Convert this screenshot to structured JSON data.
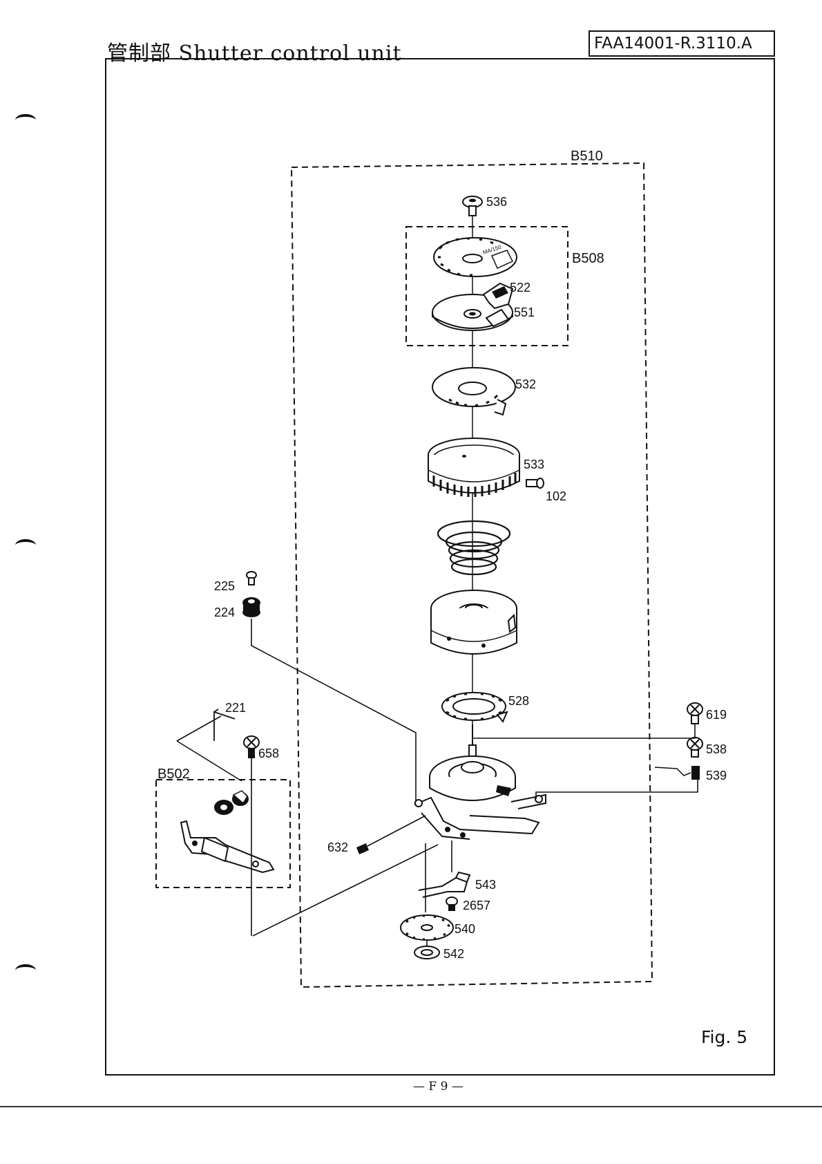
{
  "header": {
    "title": "管制部 Shutter control unit",
    "doc_code": "FAA14001-R.3110.A"
  },
  "groups": {
    "b510": "B510",
    "b508": "B508",
    "b502": "B502"
  },
  "parts": {
    "p536": "536",
    "p522": "522",
    "p551": "551",
    "p532": "532",
    "p533": "533",
    "p102": "102",
    "p225": "225",
    "p224": "224",
    "p528": "528",
    "p221": "221",
    "p658": "658",
    "p619": "619",
    "p538": "538",
    "p539": "539",
    "p632": "632",
    "p543": "543",
    "p2657": "2657",
    "p540": "540",
    "p542": "542"
  },
  "dial_text": "MA/150",
  "figure_label": "Fig. 5",
  "page_number": "— F 9 —"
}
